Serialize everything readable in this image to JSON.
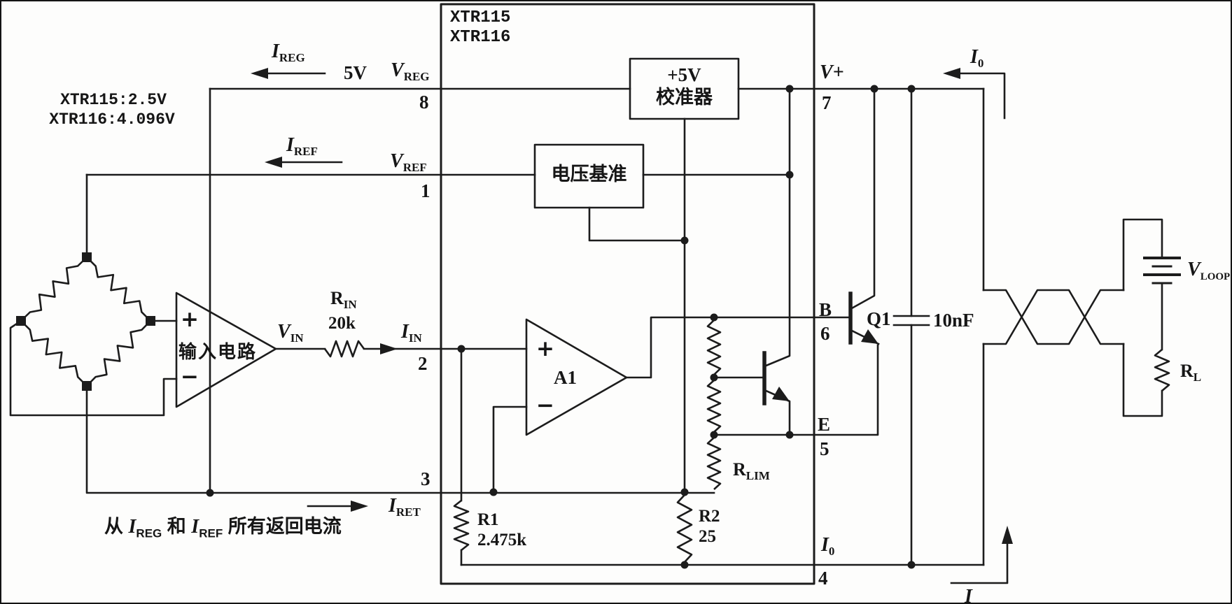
{
  "page": {
    "background": "#fdfdfc",
    "ink": "#1c1c1c"
  },
  "chip": {
    "line1": "XTR115",
    "line2": "XTR116",
    "pins": {
      "p8": {
        "name": "V",
        "sub": "REG",
        "num": "8"
      },
      "p1": {
        "name": "V",
        "sub": "REF",
        "num": "1"
      },
      "p2": {
        "name": "I",
        "sub": "IN",
        "num": "2"
      },
      "p3": {
        "name": "I",
        "sub": "RET",
        "num": "3"
      },
      "p7": {
        "name": "V+",
        "num": "7"
      },
      "p6": {
        "name": "B",
        "num": "6"
      },
      "p5": {
        "name": "E",
        "num": "5"
      },
      "p4": {
        "name": "I",
        "sub": "0",
        "num": "4"
      }
    }
  },
  "blocks": {
    "regulator": {
      "line1": "+5V",
      "line2": "校准器"
    },
    "voltage_reference": {
      "label": "电压基准"
    },
    "input_circuit": {
      "label": "输入电路",
      "plus": "+",
      "minus": "−"
    },
    "amplifier": {
      "label": "A1",
      "plus": "+",
      "minus": "−"
    }
  },
  "components": {
    "r_in": {
      "name": "R",
      "sub": "IN",
      "value": "20k"
    },
    "r1": {
      "name": "R1",
      "value": "2.475k"
    },
    "r2": {
      "name": "R2",
      "value": "25"
    },
    "r_lim": {
      "name": "R",
      "sub": "LIM"
    },
    "q1": {
      "name": "Q1"
    },
    "cap": {
      "value": "10nF"
    },
    "r_l": {
      "name": "R",
      "sub": "L"
    },
    "v_loop": {
      "name": "V",
      "sub": "LOOP"
    }
  },
  "annotations": {
    "supply_note_line1": "XTR115:2.5V",
    "supply_note_line2": "XTR116:4.096V",
    "i_reg": {
      "name": "I",
      "sub": "REG"
    },
    "i_ref": {
      "name": "I",
      "sub": "REF"
    },
    "five_v": "5V",
    "v_in": {
      "name": "V",
      "sub": "IN"
    },
    "i_o_top": {
      "name": "I",
      "sub": "0"
    },
    "i_loop": "I",
    "return_note": {
      "p1": "从",
      "i1": "I",
      "s1": "REG",
      "p2": "和",
      "i2": "I",
      "s2": "REF",
      "p3": "所有返回电流"
    }
  }
}
